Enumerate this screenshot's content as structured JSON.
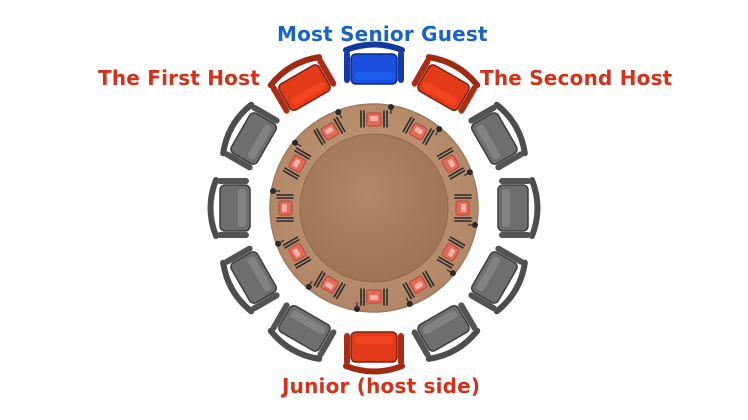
{
  "labels": {
    "most_senior_guest": "Most Senior Guest",
    "first_host": "The First Host",
    "second_host": "The Second Host",
    "junior_host_side": "Junior (host side)"
  },
  "colors": {
    "senior_chair": "#1a4fe0",
    "host_chair": "#e33a1a",
    "guest_chair": "#6e6e6e",
    "table_outer": "#b89070",
    "table_inner": "#a77b5a",
    "label_blue": "#1863c7",
    "label_red": "#d5311a"
  },
  "seating": {
    "seat_count": 12,
    "chairs": [
      {
        "role": "most-senior-guest",
        "color": "senior_chair"
      },
      {
        "role": "second-host",
        "color": "host_chair"
      },
      {
        "role": "guest",
        "color": "guest_chair"
      },
      {
        "role": "guest",
        "color": "guest_chair"
      },
      {
        "role": "guest",
        "color": "guest_chair"
      },
      {
        "role": "guest",
        "color": "guest_chair"
      },
      {
        "role": "junior-host-side",
        "color": "host_chair"
      },
      {
        "role": "guest",
        "color": "guest_chair"
      },
      {
        "role": "guest",
        "color": "guest_chair"
      },
      {
        "role": "guest",
        "color": "guest_chair"
      },
      {
        "role": "guest",
        "color": "guest_chair"
      },
      {
        "role": "first-host",
        "color": "host_chair"
      }
    ]
  }
}
